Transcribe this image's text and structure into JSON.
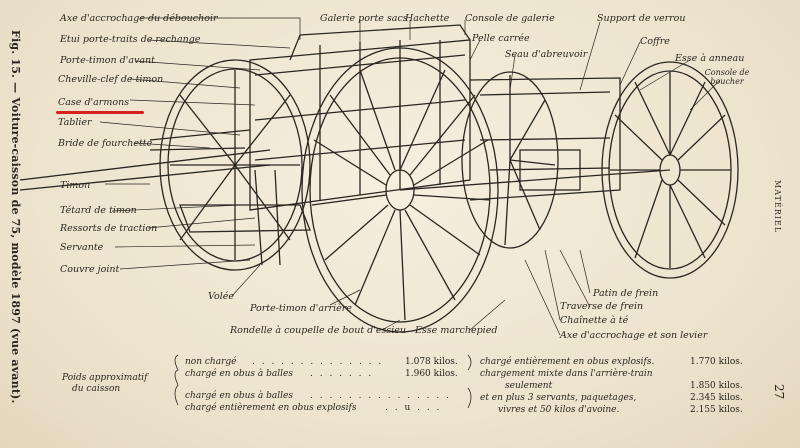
{
  "figure_caption": "Fig. 15. — Voiture-caisson de 75, modèle 1897 (vue avant).",
  "side_label": "MATÉRIEL",
  "page_number": "27",
  "labels_left": [
    "Axe d'accrochage du débouchoir",
    "Etui porte-traits de rechange",
    "Porte-timon d'avant",
    "Cheville-clef de timon",
    "Case d'armons",
    "Tablier",
    "Bride de fourchette",
    "Timon",
    "Tétard de timon",
    "Ressorts de traction",
    "Servante",
    "Couvre joint",
    "Volée"
  ],
  "labels_top": [
    "Galerie porte sacs",
    "Hachette",
    "Console de galerie",
    "Pelle carrée",
    "Seau d'abreuvoir",
    "Support de verrou",
    "Coffre",
    "Esse à anneau",
    "Console de boucher"
  ],
  "labels_bottom": [
    "Porte-timon d'arrière",
    "Rondelle à coupelle de bout d'essieu",
    "Esse marchepied",
    "Patin de frein",
    "Traverse de frein",
    "Chaînette à té",
    "Axe d'accrochage et son levier"
  ],
  "weights": {
    "heading_line1": "Poids approximatif",
    "heading_line2": "du caisson",
    "left_rows": [
      {
        "label": "non chargé",
        "dots": ". . . . . . . . . . . . . .",
        "value": "1.078 kilos."
      },
      {
        "label": "chargé en obus à balles",
        "dots": ". . . . . . .",
        "value": "1.960 kilos."
      },
      {
        "label": "chargé en obus à balles",
        "dots": ". . . . . . . . . . . . . . .",
        "value": ""
      },
      {
        "label": "chargé entièrement en obus explosifs",
        "dots": ". . u . . .",
        "value": ""
      }
    ],
    "right_rows": [
      {
        "label": "chargé entièrement en obus explosifs.",
        "value": "1.770 kilos."
      },
      {
        "label": "chargement mixte dans l'arrière-train",
        "value": ""
      },
      {
        "label": "seulement",
        "value": "1.850 kilos."
      },
      {
        "label": "et en plus 3 servants, paquetages,",
        "value": "2.345 kilos."
      },
      {
        "label": "vivres et 50 kilos d'avoine.",
        "value": "2.155 kilos."
      }
    ]
  },
  "colors": {
    "ink": "#2a2620",
    "paper": "#efe6d2",
    "highlight": "#d82020"
  }
}
